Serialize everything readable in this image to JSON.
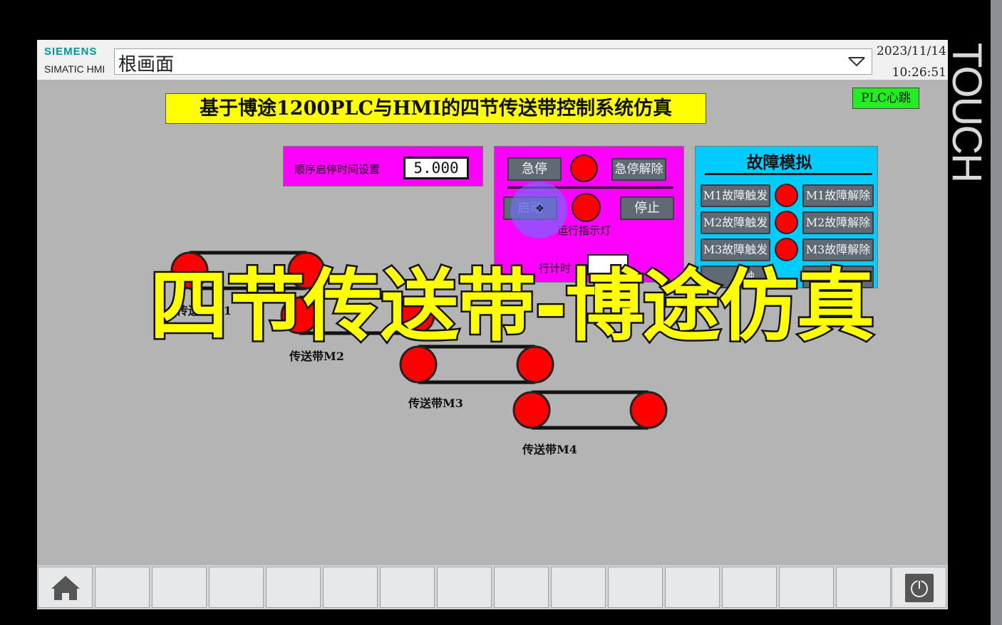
{
  "bezel": {
    "touch_label": "TOUCH"
  },
  "header": {
    "brand": "SIEMENS",
    "product": "SIMATIC HMI",
    "screen_name": "根画面",
    "date": "2023/11/14",
    "time": "10:26:51"
  },
  "title": "基于博途1200PLC与HMI的四节传送带控制系统仿真",
  "plc_heartbeat": "PLC心跳",
  "time_setting": {
    "label": "顺序启停时间设置",
    "value": "5.000"
  },
  "control": {
    "estop": "急停",
    "estop_release": "急停解除",
    "start": "启动",
    "stop": "停止",
    "run_lamp_label": "运行指示灯",
    "runtime_label": "行计时"
  },
  "fault": {
    "title": "故障模拟",
    "rows": [
      {
        "trigger": "M1故障触发",
        "release": "M1故障解除"
      },
      {
        "trigger": "M2故障触发",
        "release": "M2故障解除"
      },
      {
        "trigger": "M3故障触发",
        "release": "M3故障解除"
      },
      {
        "trigger": "触",
        "release": "M4故障"
      }
    ]
  },
  "belts": [
    {
      "label": "传送带M1"
    },
    {
      "label": "传送带M2"
    },
    {
      "label": "传送带M3"
    },
    {
      "label": "传送带M4"
    }
  ],
  "overlay": "四节传送带-博途仿真",
  "taskbar": {
    "home_icon": "home-icon",
    "power_icon": "power-icon"
  },
  "colors": {
    "title_bg": "#ffff00",
    "time_panel_bg": "#ff00ff",
    "fault_panel_bg": "#00ccff",
    "lamp_red": "#ff0000",
    "heartbeat_green": "#22ee22",
    "brand_teal": "#009999"
  }
}
